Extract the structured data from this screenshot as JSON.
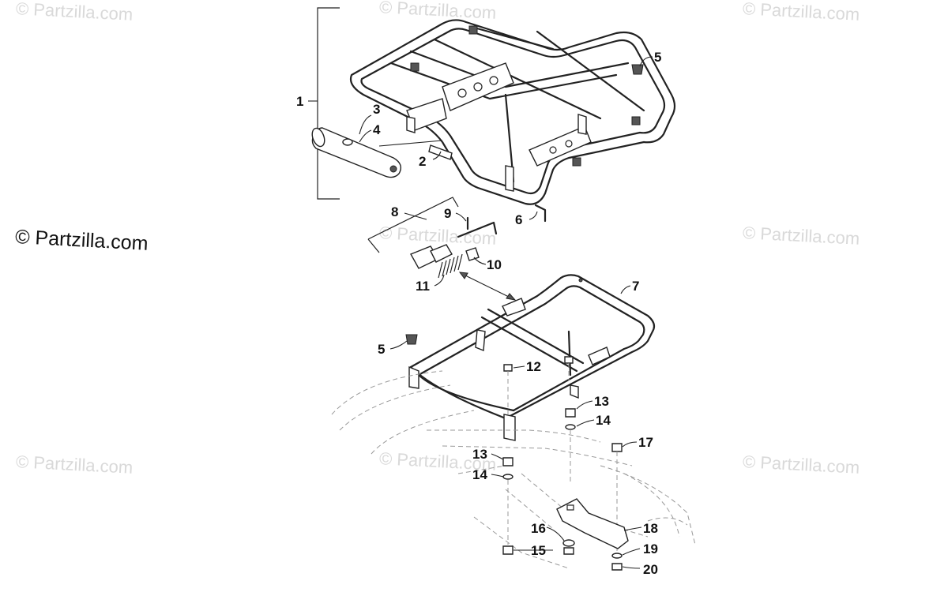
{
  "watermarks": {
    "text": "© Partzilla.com",
    "main_text": "© Partzilla.com"
  },
  "callouts": [
    "1",
    "2",
    "3",
    "4",
    "5",
    "6",
    "7",
    "8",
    "9",
    "10",
    "11",
    "12",
    "13",
    "14",
    "5",
    "13",
    "14",
    "15",
    "16",
    "17",
    "18",
    "19",
    "20"
  ]
}
